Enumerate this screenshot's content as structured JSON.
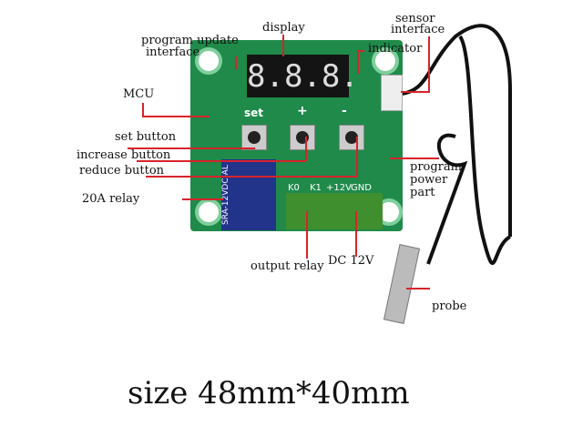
{
  "labels": {
    "display": "display",
    "program_update": "program update",
    "interface": "interface",
    "sensor": "sensor",
    "sensor_interface": "interface",
    "indicator": "indicator",
    "mcu": "MCU",
    "set_button": "set button",
    "increase_button": "increase button",
    "reduce_button": "reduce button",
    "program": "program",
    "power": "power",
    "part": "part",
    "relay": "20A relay",
    "output_relay": "output relay",
    "dc": "DC 12V",
    "probe": "probe"
  },
  "pcb": {
    "display": "8.8.8.",
    "set": "set",
    "plus": "+",
    "minus": "-",
    "k0": "K0",
    "k1": "K1",
    "v12": "+12V",
    "gnd": "GND",
    "relay_text": "SRA-12VDC-AL"
  },
  "caption": "size 48mm*40mm",
  "colors": {
    "pcb": "#1f8a4a",
    "callout": "#d8232a"
  }
}
